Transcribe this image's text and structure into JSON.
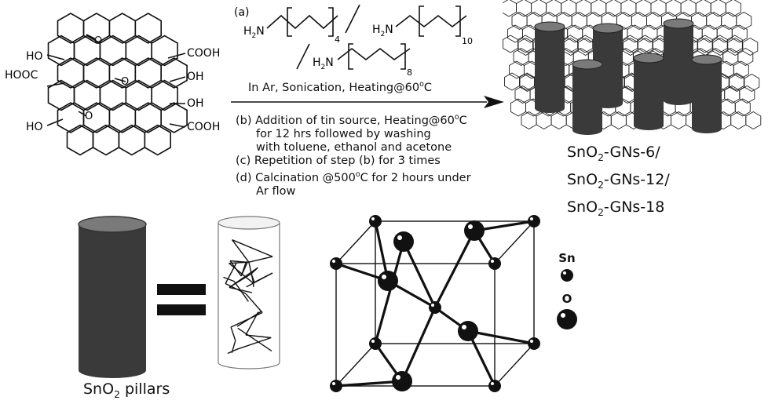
{
  "molecule": {
    "groups": {
      "ho_1": "HO",
      "hooc": "HOOC",
      "ho_3": "HO",
      "cooh_1": "COOH",
      "oh_1": "OH",
      "oh_2": "OH",
      "cooh_2": "COOH",
      "o": "O"
    }
  },
  "reaction": {
    "step_a": "(a)",
    "amine_subscripts": [
      "4",
      "10",
      "8"
    ],
    "h2n": "H",
    "conditions": "In Ar, Sonication, Heating@60",
    "degC": "C",
    "deg": "o",
    "step_b_line1": "(b) Addition of tin source, Heating@60",
    "step_b_line2": "for 12 hrs followed by washing",
    "step_b_line3": "with toluene, ethanol and acetone",
    "step_c": "(c) Repetition of step (b) for 3 times",
    "step_d_line1a": "(d) Calcination @500",
    "step_d_line1b": "C for 2 hours under",
    "step_d_line2": "Ar flow"
  },
  "products": [
    {
      "pre": "SnO",
      "sub": "2",
      "post": "-GNs-6/"
    },
    {
      "pre": "SnO",
      "sub": "2",
      "post": "-GNs-12/"
    },
    {
      "pre": "SnO",
      "sub": "2",
      "post": "-GNs-18"
    }
  ],
  "pillar": {
    "pre": "SnO",
    "sub": "2",
    "post": " pillars"
  },
  "legend": {
    "sn": "Sn",
    "o": "O"
  },
  "colors": {
    "pillar_dark": "#3a3a3a",
    "pillar_top": "#7a7a7a",
    "line": "#111111"
  }
}
